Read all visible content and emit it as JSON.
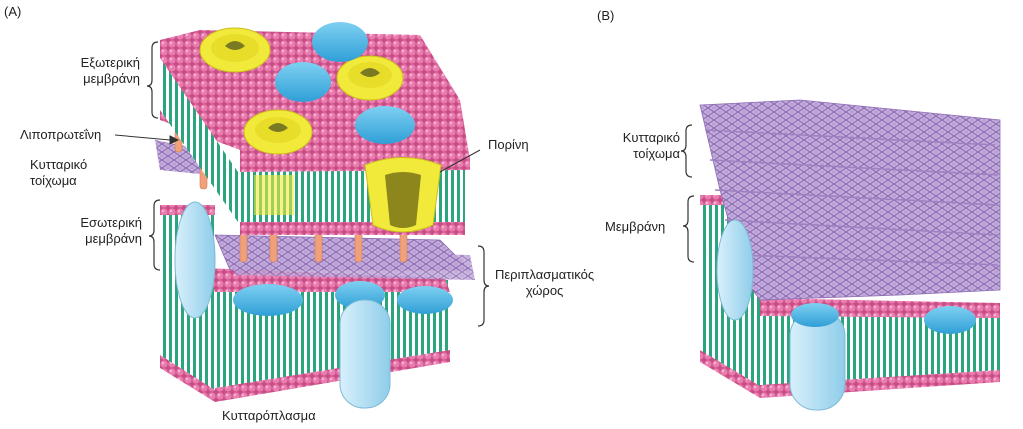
{
  "panel_a": {
    "tag": "(A)",
    "labels": {
      "outer_membrane_l1": "Εξωτερική",
      "outer_membrane_l2": "μεμβράνη",
      "lipoprotein": "Λιποπρωτεΐνη",
      "cell_wall_l1": "Κυτταρικό",
      "cell_wall_l2": "τοίχωμα",
      "inner_membrane_l1": "Εσωτερική",
      "inner_membrane_l2": "μεμβράνη",
      "porin": "Πορίνη",
      "periplasmic_l1": "Περιπλασματικός",
      "periplasmic_l2": "χώρος",
      "cytoplasm": "Κυτταρόπλασμα"
    }
  },
  "panel_b": {
    "tag": "(B)",
    "labels": {
      "cell_wall_l1": "Κυτταρικό",
      "cell_wall_l2": "τοίχωμα",
      "membrane": "Μεμβράνη"
    }
  },
  "colors": {
    "lipid_head": "#e0609a",
    "lipid_tail": "#2aa57e",
    "membrane_top": "#d65a94",
    "porin": "#f2ea3a",
    "protein_blue": "#4fb8e6",
    "protein_light": "#a9dcf2",
    "peptidoglycan": "#b59ad0",
    "lipoprotein": "#f0a07a"
  }
}
